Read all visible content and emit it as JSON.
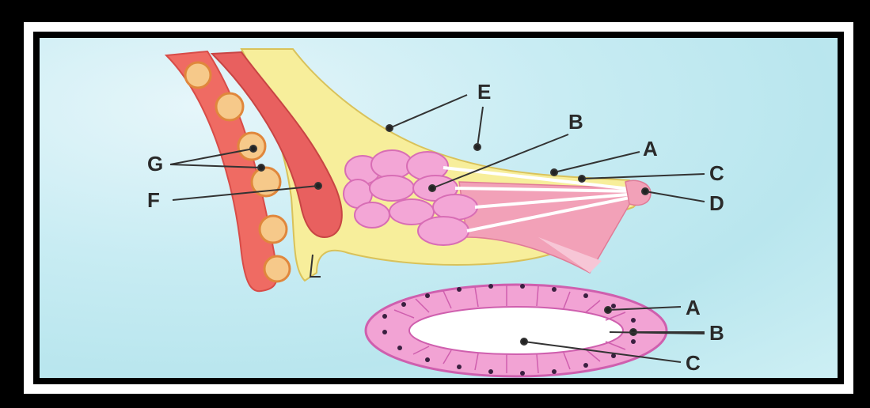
{
  "colors": {
    "frame": "#000000",
    "frame_border": "#ffffff",
    "background": "#c5eaf1",
    "fat": "#f7ee9b",
    "muscle": "#e8605f",
    "lobule": "#f3a6d6",
    "duct_tissue": "#f7b3c6",
    "label_text": "#2a2a2a"
  },
  "labels": {
    "E": "E",
    "B_top": "B",
    "A_top": "A",
    "C_top": "C",
    "D": "D",
    "G": "G",
    "F": "F",
    "A_bottom": "A",
    "B_bottom": "B",
    "C_bottom": "C"
  }
}
